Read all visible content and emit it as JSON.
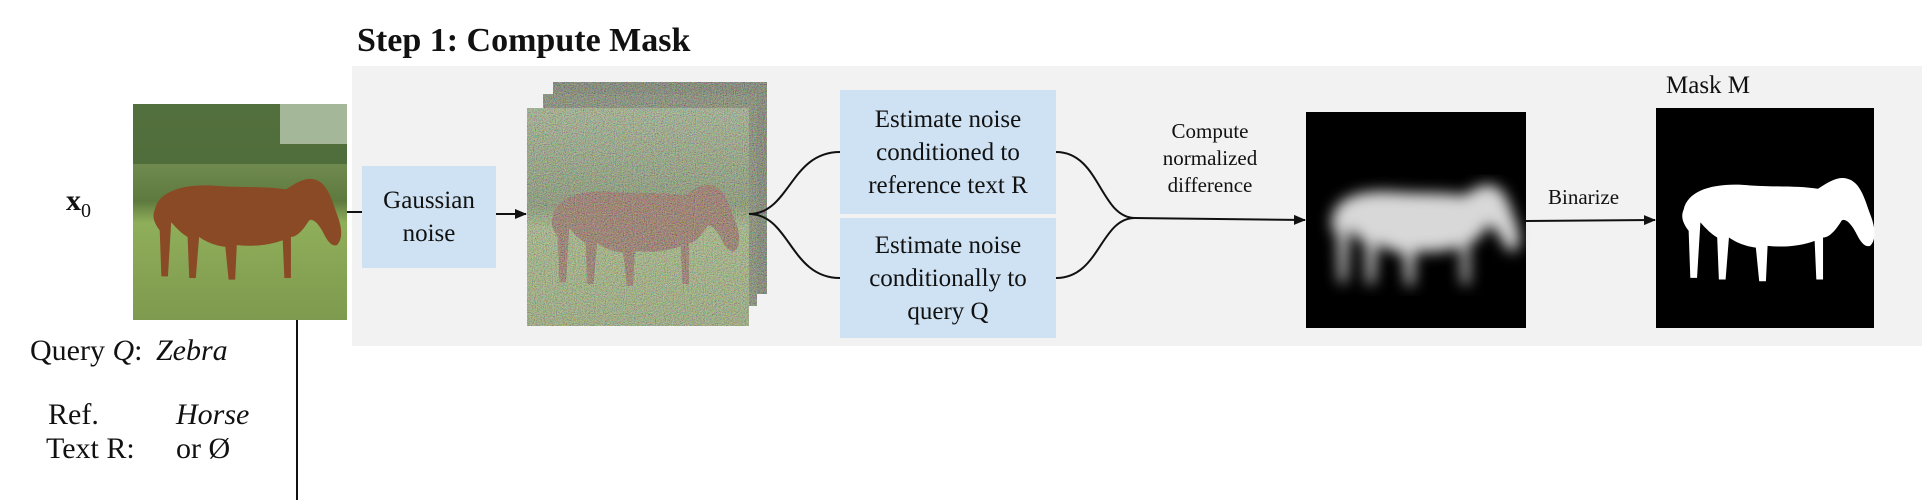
{
  "title": "Step 1: Compute Mask",
  "input": {
    "x_symbol": "x",
    "x_subscript": "0",
    "query_prefix": "Query ",
    "query_var": "Q",
    "query_sep": ":",
    "query_value": "Zebra",
    "ref_line1": "Ref.",
    "ref_line2": "Text R:",
    "ref_value_line1": "Horse",
    "ref_value_line2": "or Ø"
  },
  "gaussian_box": {
    "line1": "Gaussian",
    "line2": "noise"
  },
  "estimate_ref_box": {
    "line1": "Estimate noise",
    "line2": "conditioned to",
    "line3": "reference text R"
  },
  "estimate_query_box": {
    "line1": "Estimate noise",
    "line2": "conditionally to",
    "line3": "query Q"
  },
  "compute_label": {
    "line1": "Compute",
    "line2": "normalized",
    "line3": "difference"
  },
  "binarize_label": "Binarize",
  "mask_label": "Mask M",
  "colors": {
    "box_fill": "#cfe2f3",
    "panel_fill": "#f2f2f2",
    "horse_brown": "#8a4a25",
    "grass": "#7e9a4e"
  },
  "icons": [
    "horse-photo",
    "noisy-horse-stack",
    "difference-map",
    "binary-mask"
  ]
}
